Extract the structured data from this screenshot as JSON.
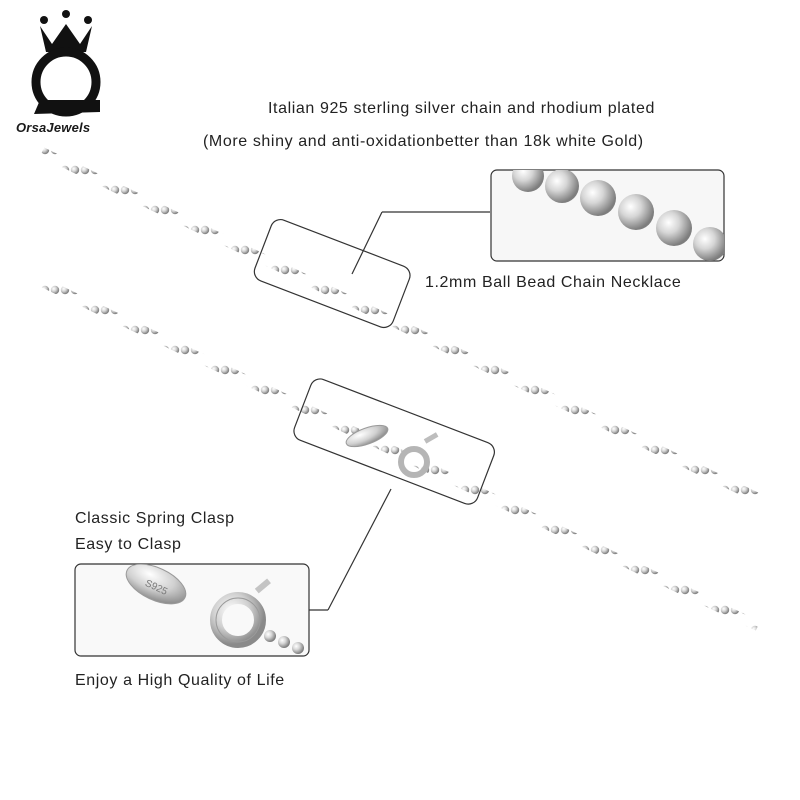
{
  "brand": {
    "name": "OrsaJewels"
  },
  "heading": {
    "line1": "Italian 925 sterling silver chain and rhodium plated",
    "line2": "(More shiny and anti-oxidationbetter than 18k white Gold)"
  },
  "callout_chain": {
    "label": "1.2mm Ball Bead Chain Necklace"
  },
  "callout_clasp": {
    "label_line1": "Classic Spring Clasp",
    "label_line2": "Easy to Clasp"
  },
  "footer": {
    "tagline": "Enjoy a High Quality of Life"
  },
  "stamp_text": "S925",
  "colors": {
    "text": "#222222",
    "frame": "#333333",
    "silver": "#c8c8c8"
  }
}
